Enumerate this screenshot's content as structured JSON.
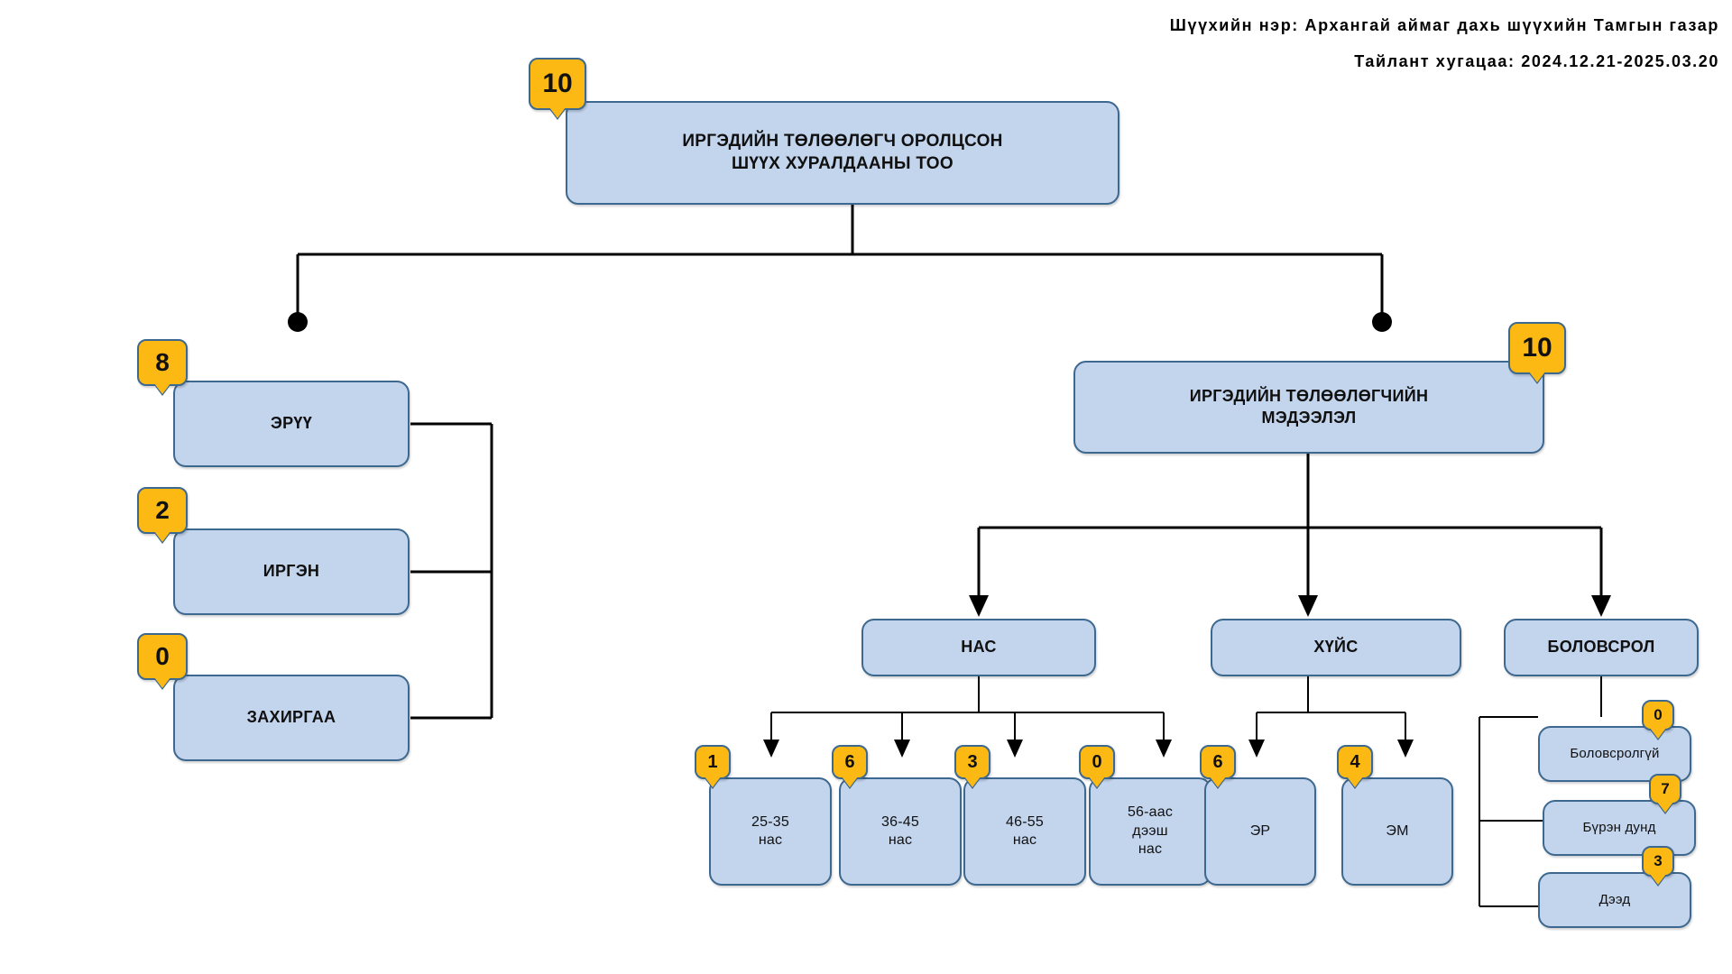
{
  "header": {
    "court_name": "Шүүхийн нэр: Архангай аймаг дахь шүүхийн Тамгын газар",
    "period": "Тайлант хугацаа: 2024.12.21-2025.03.20"
  },
  "colors": {
    "node_fill": "#c3d4ed",
    "node_border": "#3d688f",
    "badge_fill": "#fcb913",
    "badge_border": "#3d688f",
    "connector": "#000000",
    "text": "#101010"
  },
  "root": {
    "label_line1": "ИРГЭДИЙН ТӨЛӨӨЛӨГЧ ОРОЛЦСОН",
    "label_line2": "ШҮҮХ ХУРАЛДААНЫ ТОО",
    "count": "10"
  },
  "case_types": [
    {
      "label": "ЭРҮҮ",
      "count": "8"
    },
    {
      "label": "ИРГЭН",
      "count": "2"
    },
    {
      "label": "ЗАХИРГАА",
      "count": "0"
    }
  ],
  "representative_info": {
    "label_line1": "ИРГЭДИЙН ТӨЛӨӨЛӨГЧИЙН",
    "label_line2": "МЭДЭЭЛЭЛ",
    "count": "10"
  },
  "categories": [
    {
      "label": "НАС",
      "items": [
        {
          "label_line1": "25-35",
          "label_line2": "нас",
          "count": "1"
        },
        {
          "label_line1": "36-45",
          "label_line2": "нас",
          "count": "6"
        },
        {
          "label_line1": "46-55",
          "label_line2": "нас",
          "count": "3"
        },
        {
          "label_line1": "56-аас",
          "label_line2": "дээш",
          "label_line3": "нас",
          "count": "0"
        }
      ]
    },
    {
      "label": "ХҮЙС",
      "items": [
        {
          "label_line1": "ЭР",
          "count": "6"
        },
        {
          "label_line1": "ЭМ",
          "count": "4"
        }
      ]
    },
    {
      "label": "БОЛОВСРОЛ",
      "items": [
        {
          "label_line1": "Боловсролгүй",
          "count": "0"
        },
        {
          "label_line1": "Бүрэн дунд",
          "count": "7"
        },
        {
          "label_line1": "Дээд",
          "count": "3"
        }
      ]
    }
  ],
  "chart_data": {
    "type": "diagram",
    "title": "ИРГЭДИЙН ТӨЛӨӨЛӨГЧ ОРОЛЦСОН ШҮҮХ ХУРАЛДААНЫ ТОО",
    "total": 10,
    "breakdown_by_case_type": {
      "ЭРҮҮ": 8,
      "ИРГЭН": 2,
      "ЗАХИРГАА": 0
    },
    "representatives_total": 10,
    "breakdown_by_age": {
      "25-35 нас": 1,
      "36-45 нас": 6,
      "46-55 нас": 3,
      "56-аас дээш нас": 0
    },
    "breakdown_by_gender": {
      "ЭР": 6,
      "ЭМ": 4
    },
    "breakdown_by_education": {
      "Боловсролгүй": 0,
      "Бүрэн дунд": 7,
      "Дээд": 3
    }
  }
}
